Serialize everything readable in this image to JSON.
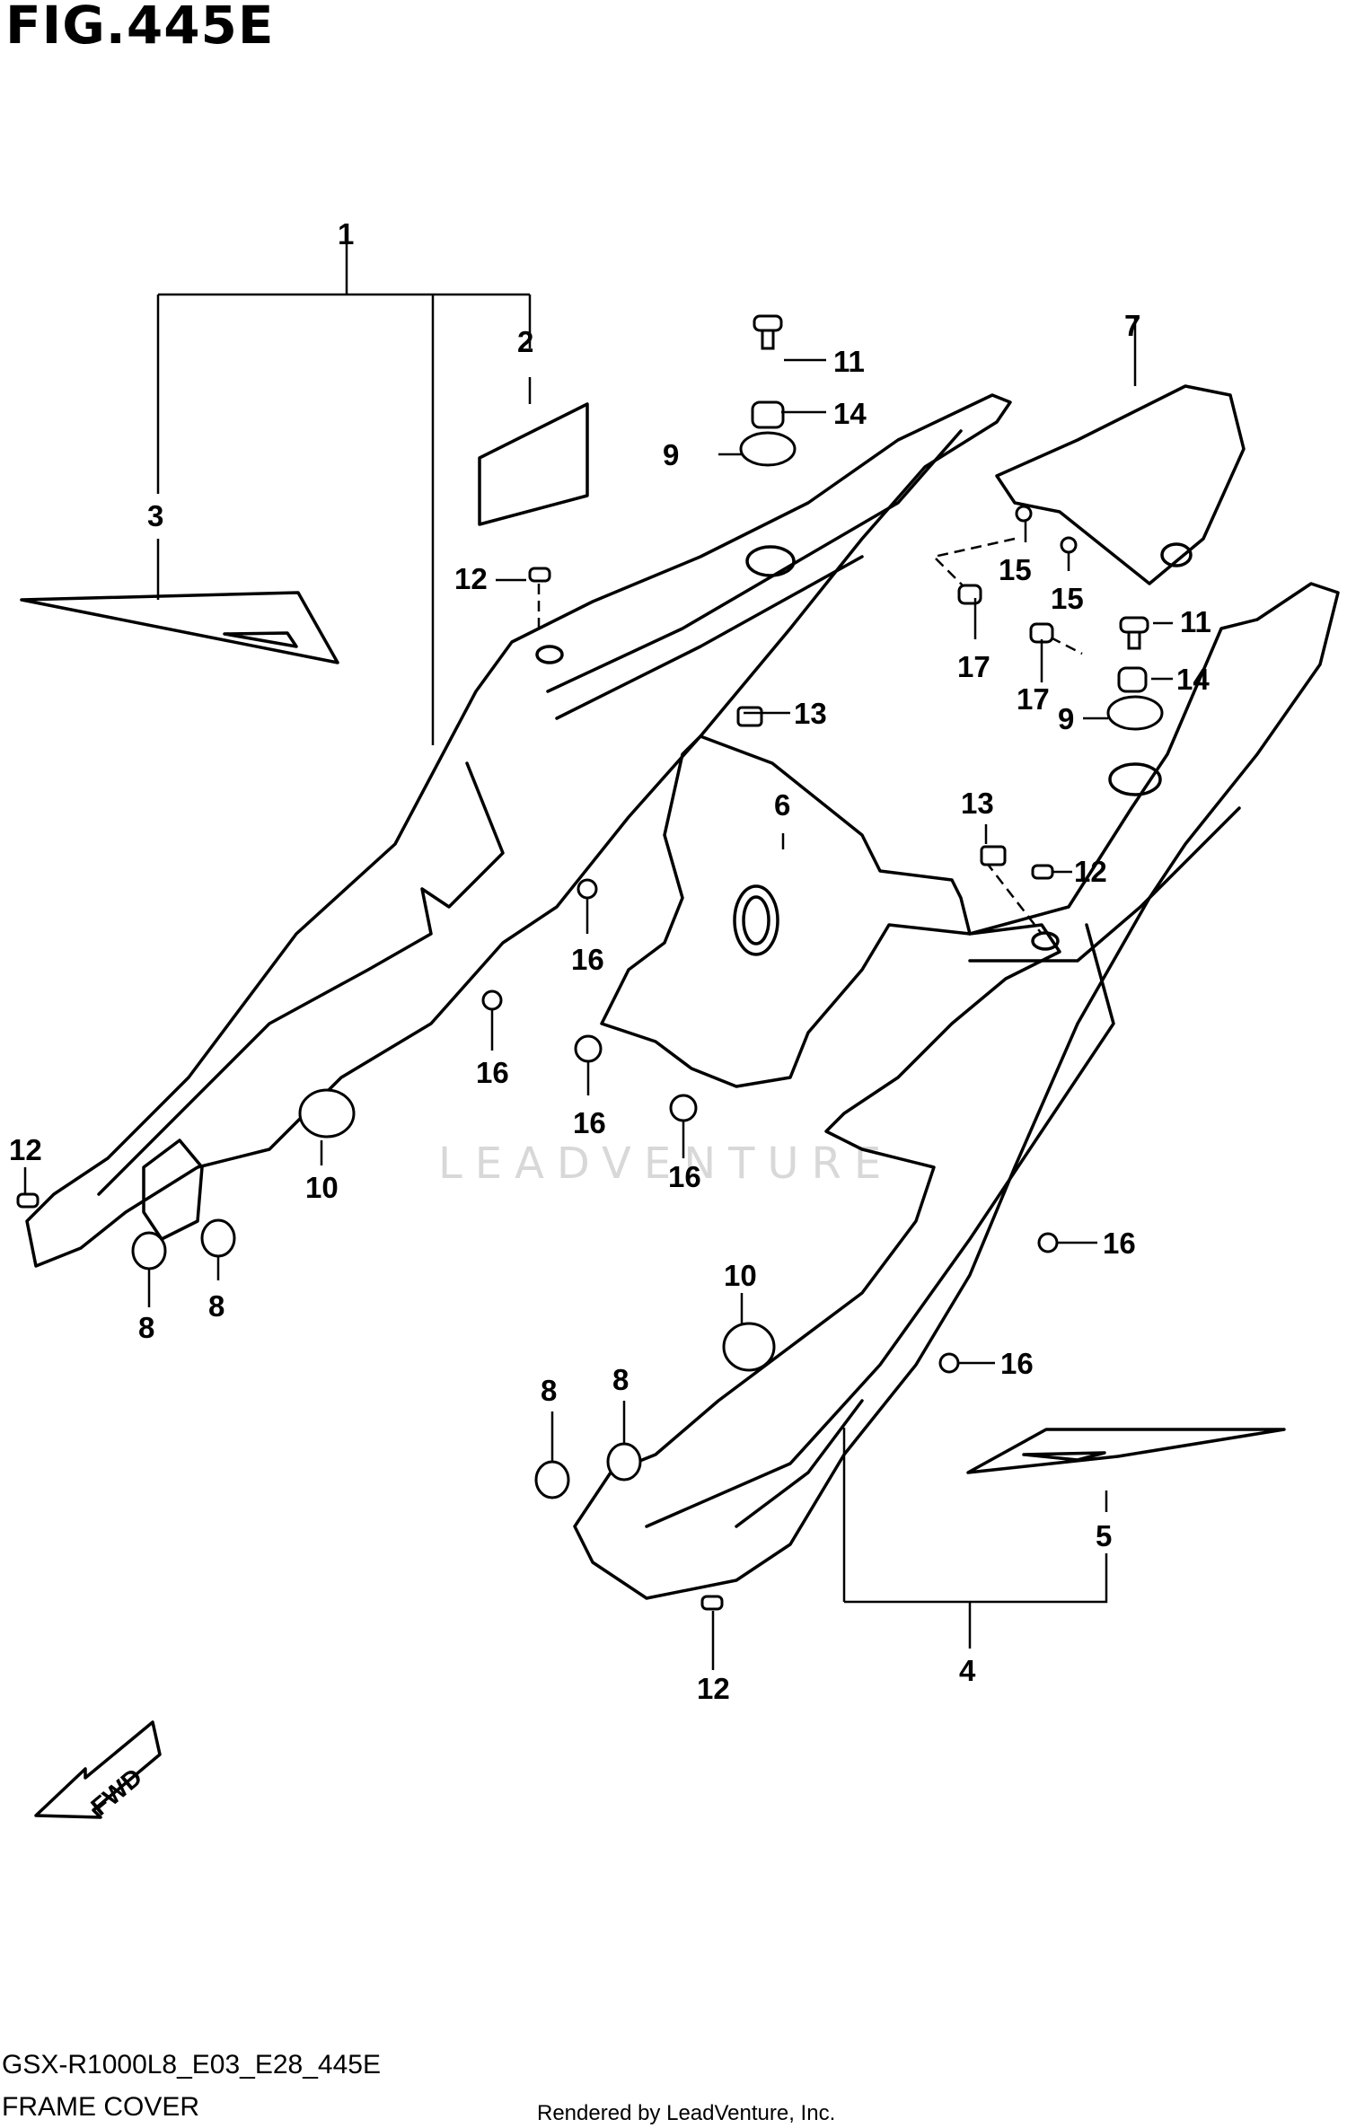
{
  "figure": {
    "title": "FIG.445E",
    "model_code": "GSX-R1000L8_E03_E28_445E",
    "name": "FRAME COVER",
    "rendered_by": "Rendered by LeadVenture, Inc.",
    "watermark": "LEADVENTURE",
    "direction_label": "FWD"
  },
  "callouts": [
    {
      "n": "1"
    },
    {
      "n": "2"
    },
    {
      "n": "3"
    },
    {
      "n": "11"
    },
    {
      "n": "14"
    },
    {
      "n": "9"
    },
    {
      "n": "7"
    },
    {
      "n": "12"
    },
    {
      "n": "15"
    },
    {
      "n": "15"
    },
    {
      "n": "17"
    },
    {
      "n": "11"
    },
    {
      "n": "13"
    },
    {
      "n": "14"
    },
    {
      "n": "17"
    },
    {
      "n": "9"
    },
    {
      "n": "6"
    },
    {
      "n": "13"
    },
    {
      "n": "12"
    },
    {
      "n": "16"
    },
    {
      "n": "16"
    },
    {
      "n": "16"
    },
    {
      "n": "16"
    },
    {
      "n": "12"
    },
    {
      "n": "10"
    },
    {
      "n": "8"
    },
    {
      "n": "8"
    },
    {
      "n": "16"
    },
    {
      "n": "10"
    },
    {
      "n": "16"
    },
    {
      "n": "8"
    },
    {
      "n": "8"
    },
    {
      "n": "5"
    },
    {
      "n": "4"
    },
    {
      "n": "12"
    }
  ]
}
